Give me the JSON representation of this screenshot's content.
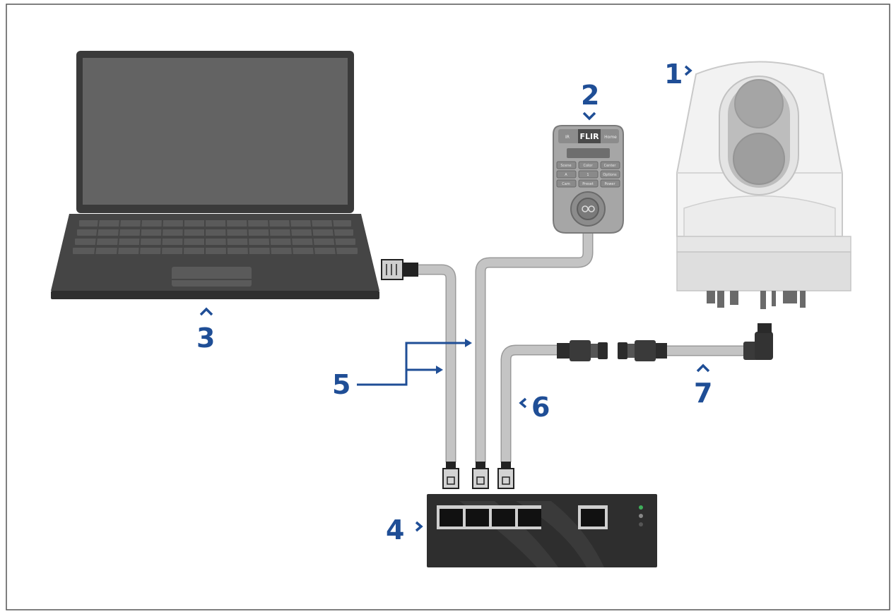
{
  "colors": {
    "callout": "#1f4e96",
    "device_dark": "#3c3c3c",
    "cable": "#bdbdbd",
    "cable_edge": "#9a9a9a",
    "border": "#555555"
  },
  "devices": {
    "camera": {
      "callout": "1"
    },
    "keypad": {
      "callout": "2",
      "brand": "FLIR",
      "left_key": "IR",
      "right_key": "Home",
      "keys": [
        "Scene",
        "Color",
        "Center",
        "A",
        "1",
        "Options",
        "Cam",
        "Preset",
        "Power"
      ]
    },
    "laptop": {
      "callout": "3"
    },
    "switch": {
      "callout": "4"
    }
  },
  "cables": {
    "network_cables": {
      "callout": "5"
    },
    "camera_network_cable": {
      "callout": "6"
    },
    "power_cable": {
      "callout": "7"
    }
  }
}
